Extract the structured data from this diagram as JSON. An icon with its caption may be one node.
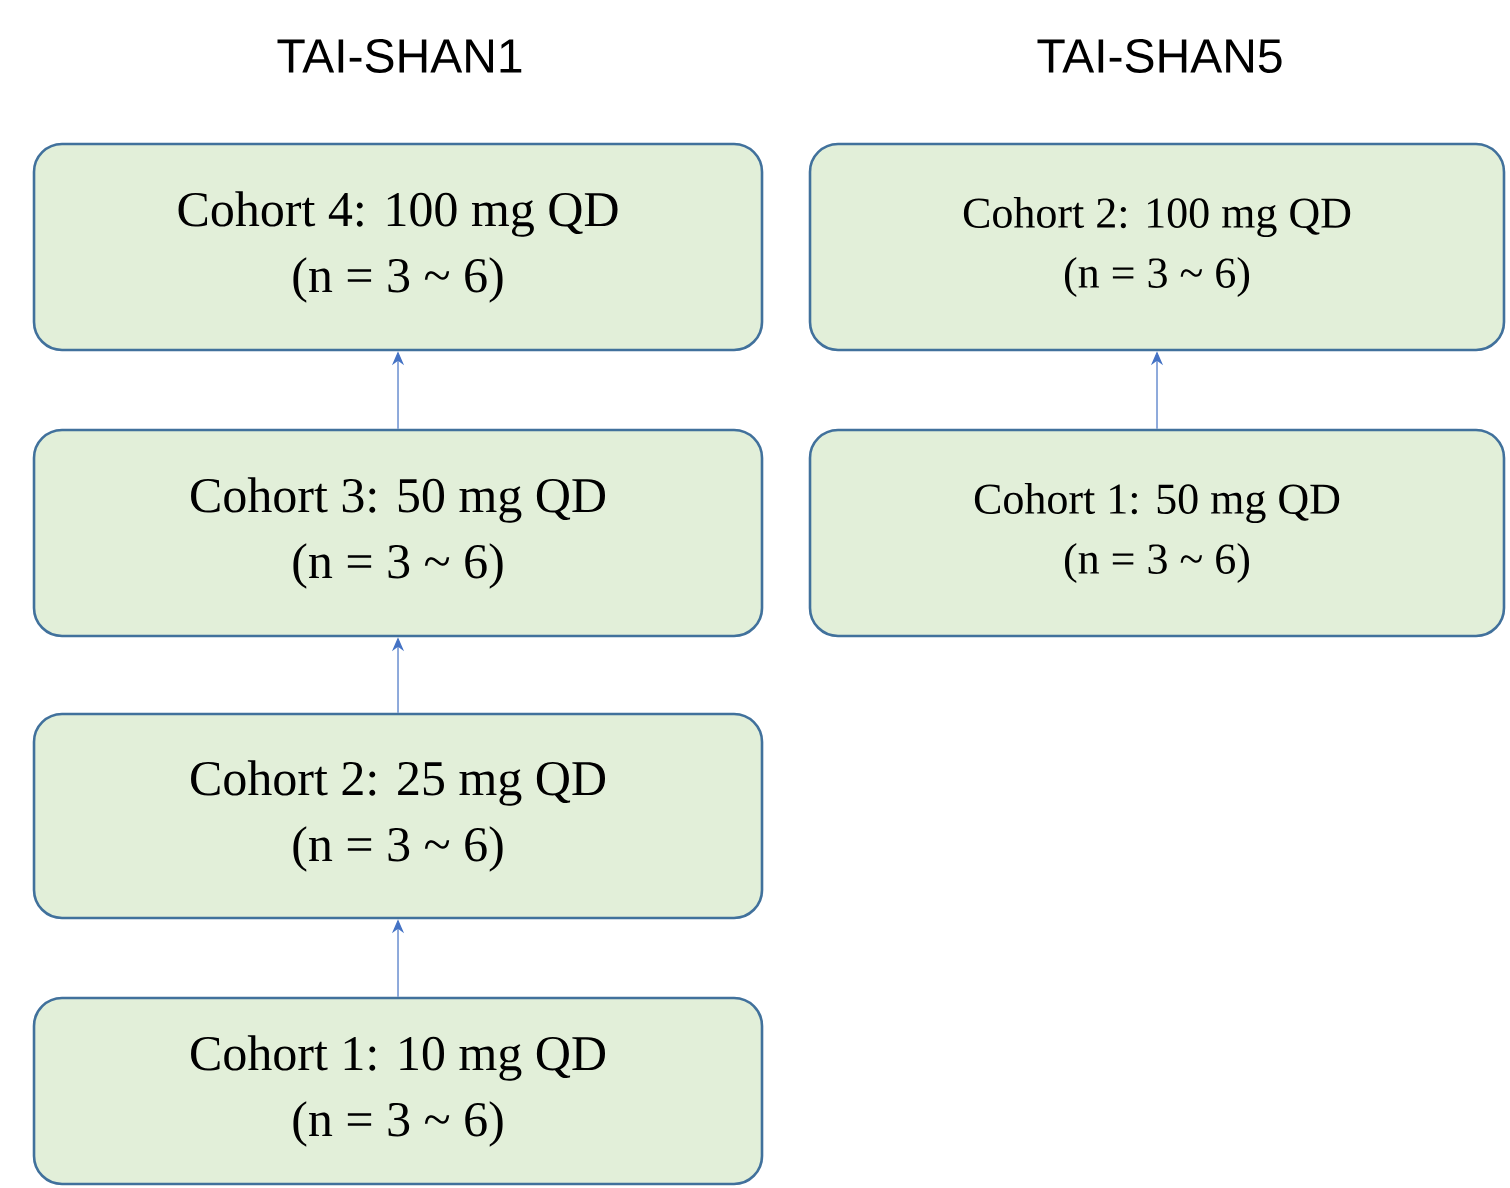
{
  "diagram": {
    "nodes": [
      {
        "text": [
          "Cohort 4: 100 mg QD",
          "(n = 3 ~ 6)"
        ]
      },
      {
        "text": [
          "Cohort 3: 50 mg QD",
          "(n = 3 ~ 6)"
        ]
      },
      {
        "text": [
          "Cohort 2: 25 mg QD",
          "(n = 3 ~ 6)"
        ]
      },
      {
        "text": [
          "Cohort 1: 10 mg QD",
          "(n = 3 ~ 6)"
        ]
      },
      {
        "text": [
          "Cohort 2: 100 mg QD",
          "(n = 3 ~ 6)"
        ]
      },
      {
        "text": [
          "Cohort 1: 50 mg QD",
          "(n = 3 ~ 6)"
        ]
      }
    ],
    "edges": [
      {
        "from": 1,
        "to": 0,
        "arrow": "to"
      },
      {
        "from": 2,
        "to": 1,
        "arrow": "to"
      },
      {
        "from": 3,
        "to": 2,
        "arrow": "to"
      },
      {
        "from": 5,
        "to": 4,
        "arrow": "to"
      }
    ],
    "labels": [
      "TAI-SHAN1",
      "TAI-SHAN5"
    ]
  }
}
